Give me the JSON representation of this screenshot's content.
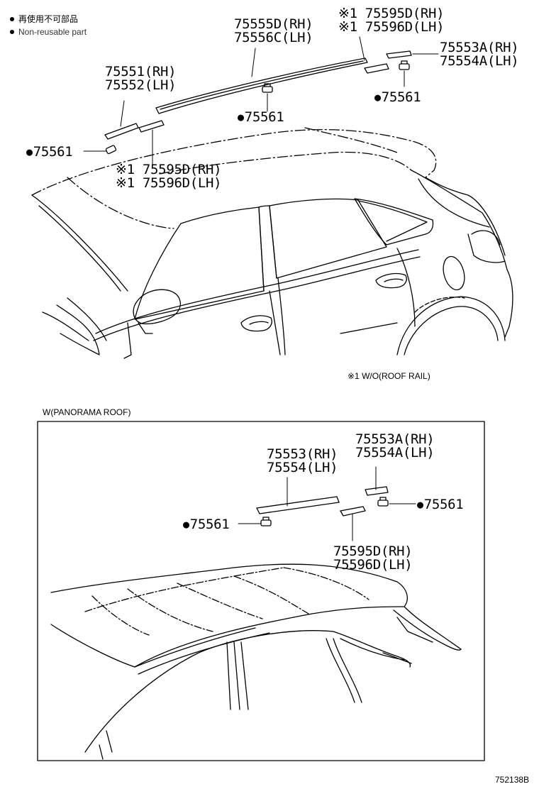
{
  "legend": {
    "row1": "再使用不可部品",
    "row2": "Non-reusable part"
  },
  "upper": {
    "p75555": [
      "75555D(RH)",
      "75556C(LH)"
    ],
    "p75595_top": [
      "※1 75595D(RH)",
      "※1 75596D(LH)"
    ],
    "p75553": [
      "75553A(RH)",
      "75554A(LH)"
    ],
    "p75551": [
      "75551(RH)",
      "75552(LH)"
    ],
    "clip_center": "75561",
    "clip_right": "75561",
    "clip_left": "75561",
    "p75595_left": [
      "※1 75595D(RH)",
      "※1 75596D(LH)"
    ],
    "note": "※1 W/O(ROOF RAIL)"
  },
  "panorama": {
    "title": "W(PANORAMA ROOF)",
    "p75553": [
      "75553(RH)",
      "75554(LH)"
    ],
    "p75553a": [
      "75553A(RH)",
      "75554A(LH)"
    ],
    "clip_right": "75561",
    "clip_left": "75561",
    "p75595": [
      "75595D(RH)",
      "75596D(LH)"
    ]
  },
  "figure_id": "752138B"
}
